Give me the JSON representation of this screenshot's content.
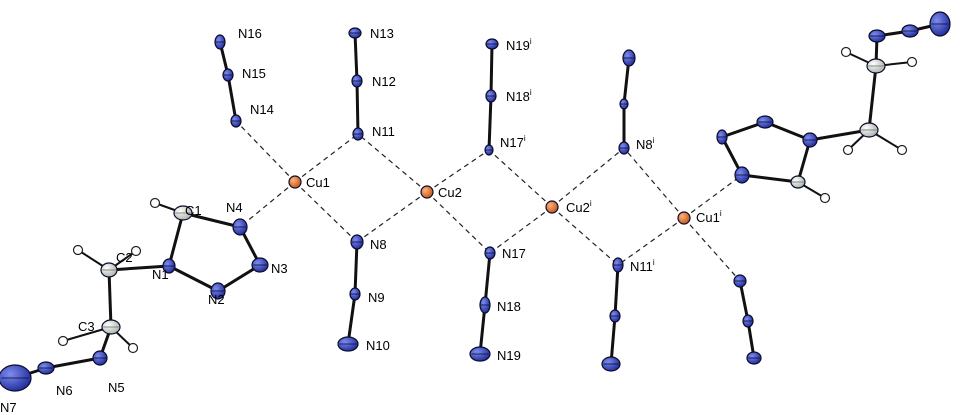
{
  "colors": {
    "nitrogen": "#2b3bbd",
    "nitrogen_highlight": "#5b6be0",
    "copper": "#e0752b",
    "carbon": "#cfd6cf",
    "hydrogen": "#ffffff",
    "bond": "#111111"
  },
  "atoms": [
    {
      "id": "N16",
      "el": "N",
      "label": "N16",
      "sup": ""
    },
    {
      "id": "N15",
      "el": "N",
      "label": "N15",
      "sup": ""
    },
    {
      "id": "N14",
      "el": "N",
      "label": "N14",
      "sup": ""
    },
    {
      "id": "N13",
      "el": "N",
      "label": "N13",
      "sup": ""
    },
    {
      "id": "N12",
      "el": "N",
      "label": "N12",
      "sup": ""
    },
    {
      "id": "N11",
      "el": "N",
      "label": "N11",
      "sup": ""
    },
    {
      "id": "N19i",
      "el": "N",
      "label": "N19",
      "sup": "i"
    },
    {
      "id": "N18i",
      "el": "N",
      "label": "N18",
      "sup": "i"
    },
    {
      "id": "N17i",
      "el": "N",
      "label": "N17",
      "sup": "i"
    },
    {
      "id": "N8i",
      "el": "N",
      "label": "N8",
      "sup": "i"
    },
    {
      "id": "Cu1",
      "el": "Cu",
      "label": "Cu1",
      "sup": ""
    },
    {
      "id": "Cu2",
      "el": "Cu",
      "label": "Cu2",
      "sup": ""
    },
    {
      "id": "Cu2i",
      "el": "Cu",
      "label": "Cu2",
      "sup": "i"
    },
    {
      "id": "Cu1i",
      "el": "Cu",
      "label": "Cu1",
      "sup": "i"
    },
    {
      "id": "C1",
      "el": "C",
      "label": "C1",
      "sup": ""
    },
    {
      "id": "N4",
      "el": "N",
      "label": "N4",
      "sup": ""
    },
    {
      "id": "N8",
      "el": "N",
      "label": "N8",
      "sup": ""
    },
    {
      "id": "N17",
      "el": "N",
      "label": "N17",
      "sup": ""
    },
    {
      "id": "N11i",
      "el": "N",
      "label": "N11",
      "sup": "i"
    },
    {
      "id": "C2",
      "el": "C",
      "label": "C2",
      "sup": ""
    },
    {
      "id": "N1",
      "el": "N",
      "label": "N1",
      "sup": ""
    },
    {
      "id": "N3",
      "el": "N",
      "label": "N3",
      "sup": ""
    },
    {
      "id": "N2",
      "el": "N",
      "label": "N2",
      "sup": ""
    },
    {
      "id": "N9",
      "el": "N",
      "label": "N9",
      "sup": ""
    },
    {
      "id": "N18",
      "el": "N",
      "label": "N18",
      "sup": ""
    },
    {
      "id": "N10",
      "el": "N",
      "label": "N10",
      "sup": ""
    },
    {
      "id": "N19",
      "el": "N",
      "label": "N19",
      "sup": ""
    },
    {
      "id": "C3",
      "el": "C",
      "label": "C3",
      "sup": ""
    },
    {
      "id": "N6",
      "el": "N",
      "label": "N6",
      "sup": ""
    },
    {
      "id": "N5",
      "el": "N",
      "label": "N5",
      "sup": ""
    },
    {
      "id": "N7",
      "el": "N",
      "label": "N7",
      "sup": ""
    },
    {
      "id": "R_N8a",
      "el": "N",
      "label": "",
      "sup": ""
    },
    {
      "id": "R_N8b",
      "el": "N",
      "label": "",
      "sup": ""
    },
    {
      "id": "R_N11a",
      "el": "N",
      "label": "",
      "sup": ""
    },
    {
      "id": "R_N11b",
      "el": "N",
      "label": "",
      "sup": ""
    },
    {
      "id": "R_N14",
      "el": "N",
      "label": "",
      "sup": ""
    },
    {
      "id": "R_N15",
      "el": "N",
      "label": "",
      "sup": ""
    },
    {
      "id": "R_N16",
      "el": "N",
      "label": "",
      "sup": ""
    },
    {
      "id": "R_N4",
      "el": "N",
      "label": "",
      "sup": ""
    },
    {
      "id": "R_N3",
      "el": "N",
      "label": "",
      "sup": ""
    },
    {
      "id": "R_N2",
      "el": "N",
      "label": "",
      "sup": ""
    },
    {
      "id": "R_C1",
      "el": "C",
      "label": "",
      "sup": ""
    },
    {
      "id": "R_N1",
      "el": "N",
      "label": "",
      "sup": ""
    },
    {
      "id": "R_C2",
      "el": "C",
      "label": "",
      "sup": ""
    },
    {
      "id": "R_C3",
      "el": "C",
      "label": "",
      "sup": ""
    },
    {
      "id": "R_N5",
      "el": "N",
      "label": "",
      "sup": ""
    },
    {
      "id": "R_N6",
      "el": "N",
      "label": "",
      "sup": ""
    },
    {
      "id": "R_N7",
      "el": "N",
      "label": "",
      "sup": ""
    }
  ],
  "bonds": [
    [
      "N16",
      "N15"
    ],
    [
      "N15",
      "N14"
    ],
    [
      "N13",
      "N12"
    ],
    [
      "N12",
      "N11"
    ],
    [
      "N19i",
      "N18i"
    ],
    [
      "N18i",
      "N17i"
    ],
    [
      "N8",
      "N9"
    ],
    [
      "N9",
      "N10"
    ],
    [
      "N17",
      "N18"
    ],
    [
      "N18",
      "N19"
    ],
    [
      "C1",
      "N4"
    ],
    [
      "N4",
      "N3"
    ],
    [
      "N3",
      "N2"
    ],
    [
      "N2",
      "N1"
    ],
    [
      "N1",
      "C1"
    ],
    [
      "N1",
      "C2"
    ],
    [
      "C2",
      "C3"
    ],
    [
      "C3",
      "N5"
    ],
    [
      "N5",
      "N6"
    ],
    [
      "N6",
      "N7"
    ],
    [
      "N8i",
      "R_N8a"
    ],
    [
      "R_N8a",
      "R_N8b"
    ],
    [
      "N11i",
      "R_N11a"
    ],
    [
      "R_N11a",
      "R_N11b"
    ],
    [
      "R_N14",
      "R_N15"
    ],
    [
      "R_N15",
      "R_N16"
    ],
    [
      "R_N4",
      "R_C1"
    ],
    [
      "R_C1",
      "R_N1"
    ],
    [
      "R_N1",
      "R_N2"
    ],
    [
      "R_N2",
      "R_N3"
    ],
    [
      "R_N3",
      "R_N4"
    ],
    [
      "R_N1",
      "R_C2"
    ],
    [
      "R_C2",
      "R_C3"
    ],
    [
      "R_C3",
      "R_N5"
    ],
    [
      "R_N5",
      "R_N6"
    ],
    [
      "R_N6",
      "R_N7"
    ]
  ],
  "coordination": [
    [
      "Cu1",
      "N14"
    ],
    [
      "Cu1",
      "N11"
    ],
    [
      "Cu1",
      "N4"
    ],
    [
      "Cu1",
      "N8"
    ],
    [
      "Cu2",
      "N11"
    ],
    [
      "Cu2",
      "N8"
    ],
    [
      "Cu2",
      "N17i"
    ],
    [
      "Cu2",
      "N17"
    ],
    [
      "Cu2i",
      "N17i"
    ],
    [
      "Cu2i",
      "N17"
    ],
    [
      "Cu2i",
      "N8i"
    ],
    [
      "Cu2i",
      "N11i"
    ],
    [
      "Cu1i",
      "N8i"
    ],
    [
      "Cu1i",
      "N11i"
    ],
    [
      "Cu1i",
      "R_N14"
    ],
    [
      "Cu1i",
      "R_N4"
    ]
  ]
}
